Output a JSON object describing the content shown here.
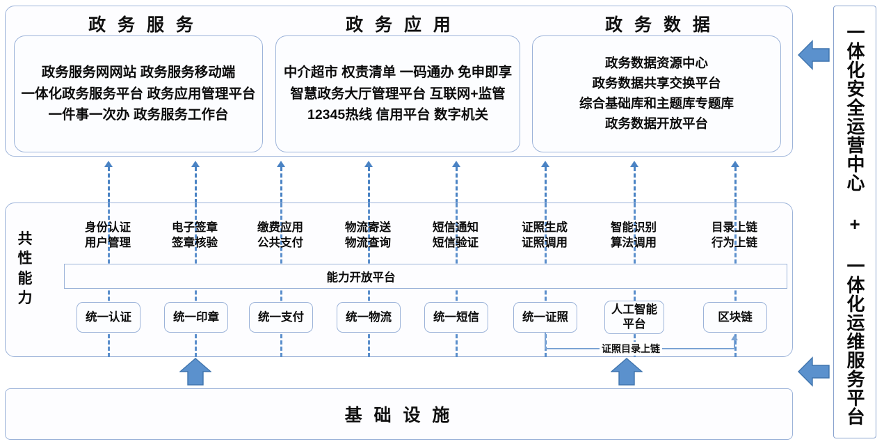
{
  "diagram": {
    "top": {
      "sections": [
        {
          "title": "政 务 服 务",
          "lines": [
            "政务服务网网站 政务服务移动端",
            "一体化政务服务平台 政务应用管理平台",
            "一件事一次办 政务服务工作台"
          ]
        },
        {
          "title": "政 务 应 用",
          "lines": [
            "中介超市 权责清单 一码通办 免申即享",
            "智慧政务大厅管理平台 互联网+监管",
            "12345热线 信用平台 数字机关"
          ]
        },
        {
          "title": "政 务 数 据",
          "lines": [
            "政务数据资源中心",
            "政务数据共享交换平台",
            "综合基础库和主题库专题库",
            "政务数据开放平台"
          ]
        }
      ]
    },
    "capability": {
      "side_label": "共性能力",
      "open_platform_label": "能力开放平台",
      "columns": [
        {
          "head": "身份认证\n用户管理",
          "head_l1": "身份认证",
          "head_l2": "用户管理",
          "box": "统一认证"
        },
        {
          "head": "电子签章\n签章核验",
          "head_l1": "电子签章",
          "head_l2": "签章核验",
          "box": "统一印章"
        },
        {
          "head": "缴费应用\n公共支付",
          "head_l1": "缴费应用",
          "head_l2": "公共支付",
          "box": "统一支付"
        },
        {
          "head": "物流寄送\n物流查询",
          "head_l1": "物流寄送",
          "head_l2": "物流查询",
          "box": "统一物流"
        },
        {
          "head": "短信通知\n短信验证",
          "head_l1": "短信通知",
          "head_l2": "短信验证",
          "box": "统一短信"
        },
        {
          "head": "证照生成\n证照调用",
          "head_l1": "证照生成",
          "head_l2": "证照调用",
          "box": "统一证照"
        },
        {
          "head": "智能识别\n算法调用",
          "head_l1": "智能识别",
          "head_l2": "算法调用",
          "box_l1": "人工智能",
          "box_l2": "平台",
          "box": "人工智能平台"
        },
        {
          "head": "目录上链\n行为上链",
          "head_l1": "目录上链",
          "head_l2": "行为上链",
          "box": "区块链"
        }
      ],
      "chain_link_label": "证照目录上链"
    },
    "infrastructure": {
      "label": "基 础 设 施"
    },
    "sidebar": {
      "label": "一体化安全运营中心 + 一体化运维服务平台"
    },
    "colors": {
      "border": "#9cb3d9",
      "dashed": "#4a83c4",
      "arrow_fill": "#5b91cd",
      "arrow_stroke": "#3f74ad",
      "text": "#0b0b0b"
    },
    "icons": {
      "up_arrow": "up-block-arrow-icon",
      "left_arrow": "left-block-arrow-icon",
      "dashed_up_arrow": "dashed-up-arrow-icon"
    }
  }
}
